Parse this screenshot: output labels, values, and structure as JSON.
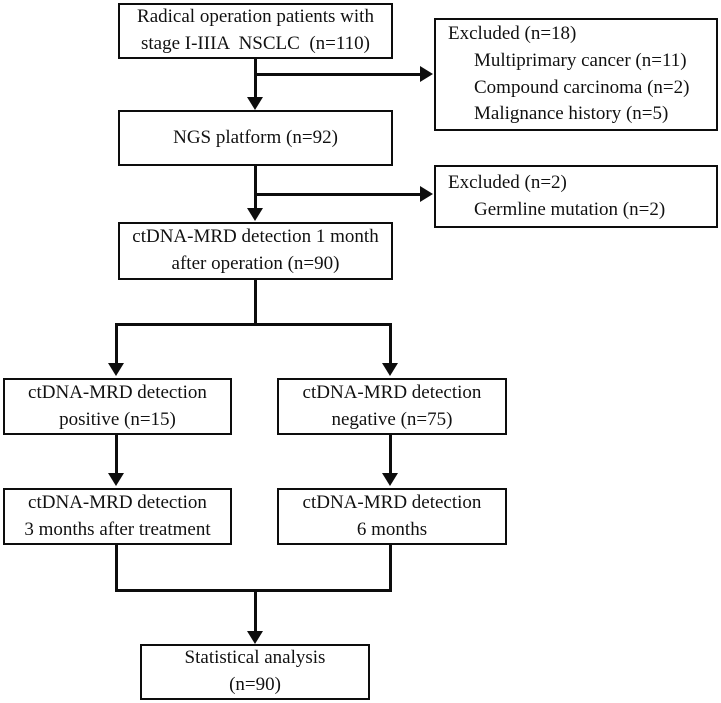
{
  "diagram": {
    "title": "ctDNA-MRD study patient flow diagram",
    "type": "flowchart",
    "accent_color": "#0d0d0d",
    "background_color": "#ffffff"
  },
  "nodes": {
    "enrollment": {
      "line1": "Radical operation patients with",
      "line2": "stage I-IIIA  NSCLC  (n=110)",
      "count": "110"
    },
    "excluded_1": {
      "header": "Excluded (n=18)",
      "items": [
        "Multiprimary cancer (n=11)",
        "Compound carcinoma (n=2)",
        "Malignance history (n=5)"
      ],
      "count": "18"
    },
    "ngs_platform": {
      "line1": "NGS platform (n=92)",
      "count": "92"
    },
    "excluded_2": {
      "header": "Excluded (n=2)",
      "items": [
        "Germline mutation (n=2)"
      ],
      "count": "2"
    },
    "mrd_1month": {
      "line1": "ctDNA-MRD detection 1 month",
      "line2": "after operation (n=90)",
      "count": "90"
    },
    "mrd_positive": {
      "line1": "ctDNA-MRD detection",
      "line2": "positive (n=15)",
      "count": "15"
    },
    "mrd_negative": {
      "line1": "ctDNA-MRD detection",
      "line2": "negative (n=75)",
      "count": "75"
    },
    "followup_positive": {
      "line1": "ctDNA-MRD detection",
      "line2": "3 months after treatment"
    },
    "followup_negative": {
      "line1": "ctDNA-MRD detection",
      "line2": "6 months"
    },
    "statistical_analysis": {
      "line1": "Statistical analysis",
      "line2": "(n=90)",
      "count": "90"
    }
  }
}
